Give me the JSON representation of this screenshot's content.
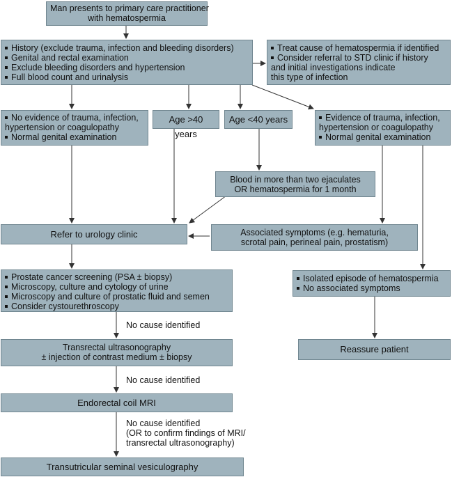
{
  "boxes": {
    "start": [
      "Man presents to primary care practitioner",
      "with hematospermia"
    ],
    "history": [
      "History (exclude trauma, infection and bleeding disorders)",
      "Genital and rectal examination",
      "Exclude bleeding disorders and hypertension",
      "Full blood count and urinalysis"
    ],
    "treat": [
      "Treat cause of hematospermia if identified",
      "Consider referral to STD clinic if history",
      "and initial investigations indicate",
      "this type of infection"
    ],
    "no_evidence": [
      "No evidence of trauma, infection,",
      "hypertension or coagulopathy",
      "Normal genital examination"
    ],
    "age_over": "Age >40 years",
    "age_under": "Age <40 years",
    "evidence": [
      "Evidence of trauma, infection,",
      "hypertension or coagulopathy",
      "Normal genital examination"
    ],
    "blood": [
      "Blood in more than two ejaculates",
      "OR hematospermia for 1 month"
    ],
    "refer": "Refer to urology clinic",
    "associated": [
      "Associated symptoms (e.g. hematuria,",
      "scrotal pain, perineal pain, prostatism)"
    ],
    "prostate": [
      "Prostate cancer screening (PSA ± biopsy)",
      "Microscopy, culture and cytology of urine",
      "Microscopy and culture of prostatic fluid and semen",
      "Consider cystourethroscopy"
    ],
    "isolated": [
      "Isolated episode of hematospermia",
      "No associated symptoms"
    ],
    "reassure": "Reassure patient",
    "trus": [
      "Transrectal ultrasonography",
      "± injection of contrast medium ± biopsy"
    ],
    "mri": "Endorectal coil MRI",
    "vesiculography": "Transutricular seminal vesiculography"
  },
  "labels": {
    "no_cause_1": "No cause identified",
    "no_cause_2": "No cause identified",
    "no_cause_3": [
      "No cause identified",
      "(OR to confirm findings of MRI/",
      "transrectal ultrasonography)"
    ]
  },
  "colors": {
    "box_fill": "#9fb3bd",
    "box_border": "#6f858f",
    "arrow": "#333333"
  }
}
